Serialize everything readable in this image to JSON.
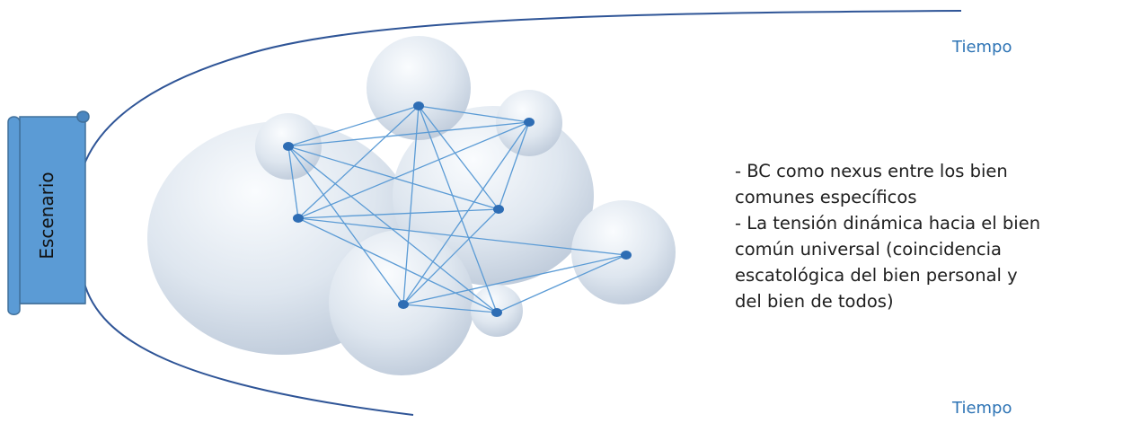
{
  "scroll_label": "Escenario",
  "time_labels": [
    "Tiempo",
    "Tiempo"
  ],
  "notes": [
    "- BC como nexus entre los bien",
    "comunes específicos",
    "- La tensión dinámica hacia el bien",
    "común universal (coincidencia",
    "escatológica del bien personal y",
    "del bien de todos)"
  ],
  "colors": {
    "accent": "#2E74B5",
    "scroll_fill": "#5B9BD5",
    "scroll_edge": "#41719C",
    "sphere_light": "#F4F7FB",
    "sphere_dark": "#BCC8D8",
    "network_line": "#5B9BD5",
    "node": "#2E6DB4"
  },
  "network": {
    "nodes": [
      "n1",
      "n2",
      "n3",
      "n4",
      "n5",
      "n6",
      "n7",
      "n8"
    ],
    "edges": [
      [
        "n1",
        "n2"
      ],
      [
        "n1",
        "n3"
      ],
      [
        "n1",
        "n4"
      ],
      [
        "n1",
        "n5"
      ],
      [
        "n1",
        "n6"
      ],
      [
        "n1",
        "n8"
      ],
      [
        "n2",
        "n4"
      ],
      [
        "n2",
        "n3"
      ],
      [
        "n2",
        "n5"
      ],
      [
        "n2",
        "n6"
      ],
      [
        "n2",
        "n8"
      ],
      [
        "n3",
        "n4"
      ],
      [
        "n3",
        "n5"
      ],
      [
        "n3",
        "n6"
      ],
      [
        "n4",
        "n5"
      ],
      [
        "n4",
        "n7"
      ],
      [
        "n4",
        "n8"
      ],
      [
        "n5",
        "n6"
      ],
      [
        "n6",
        "n7"
      ],
      [
        "n6",
        "n8"
      ],
      [
        "n7",
        "n8"
      ]
    ]
  }
}
